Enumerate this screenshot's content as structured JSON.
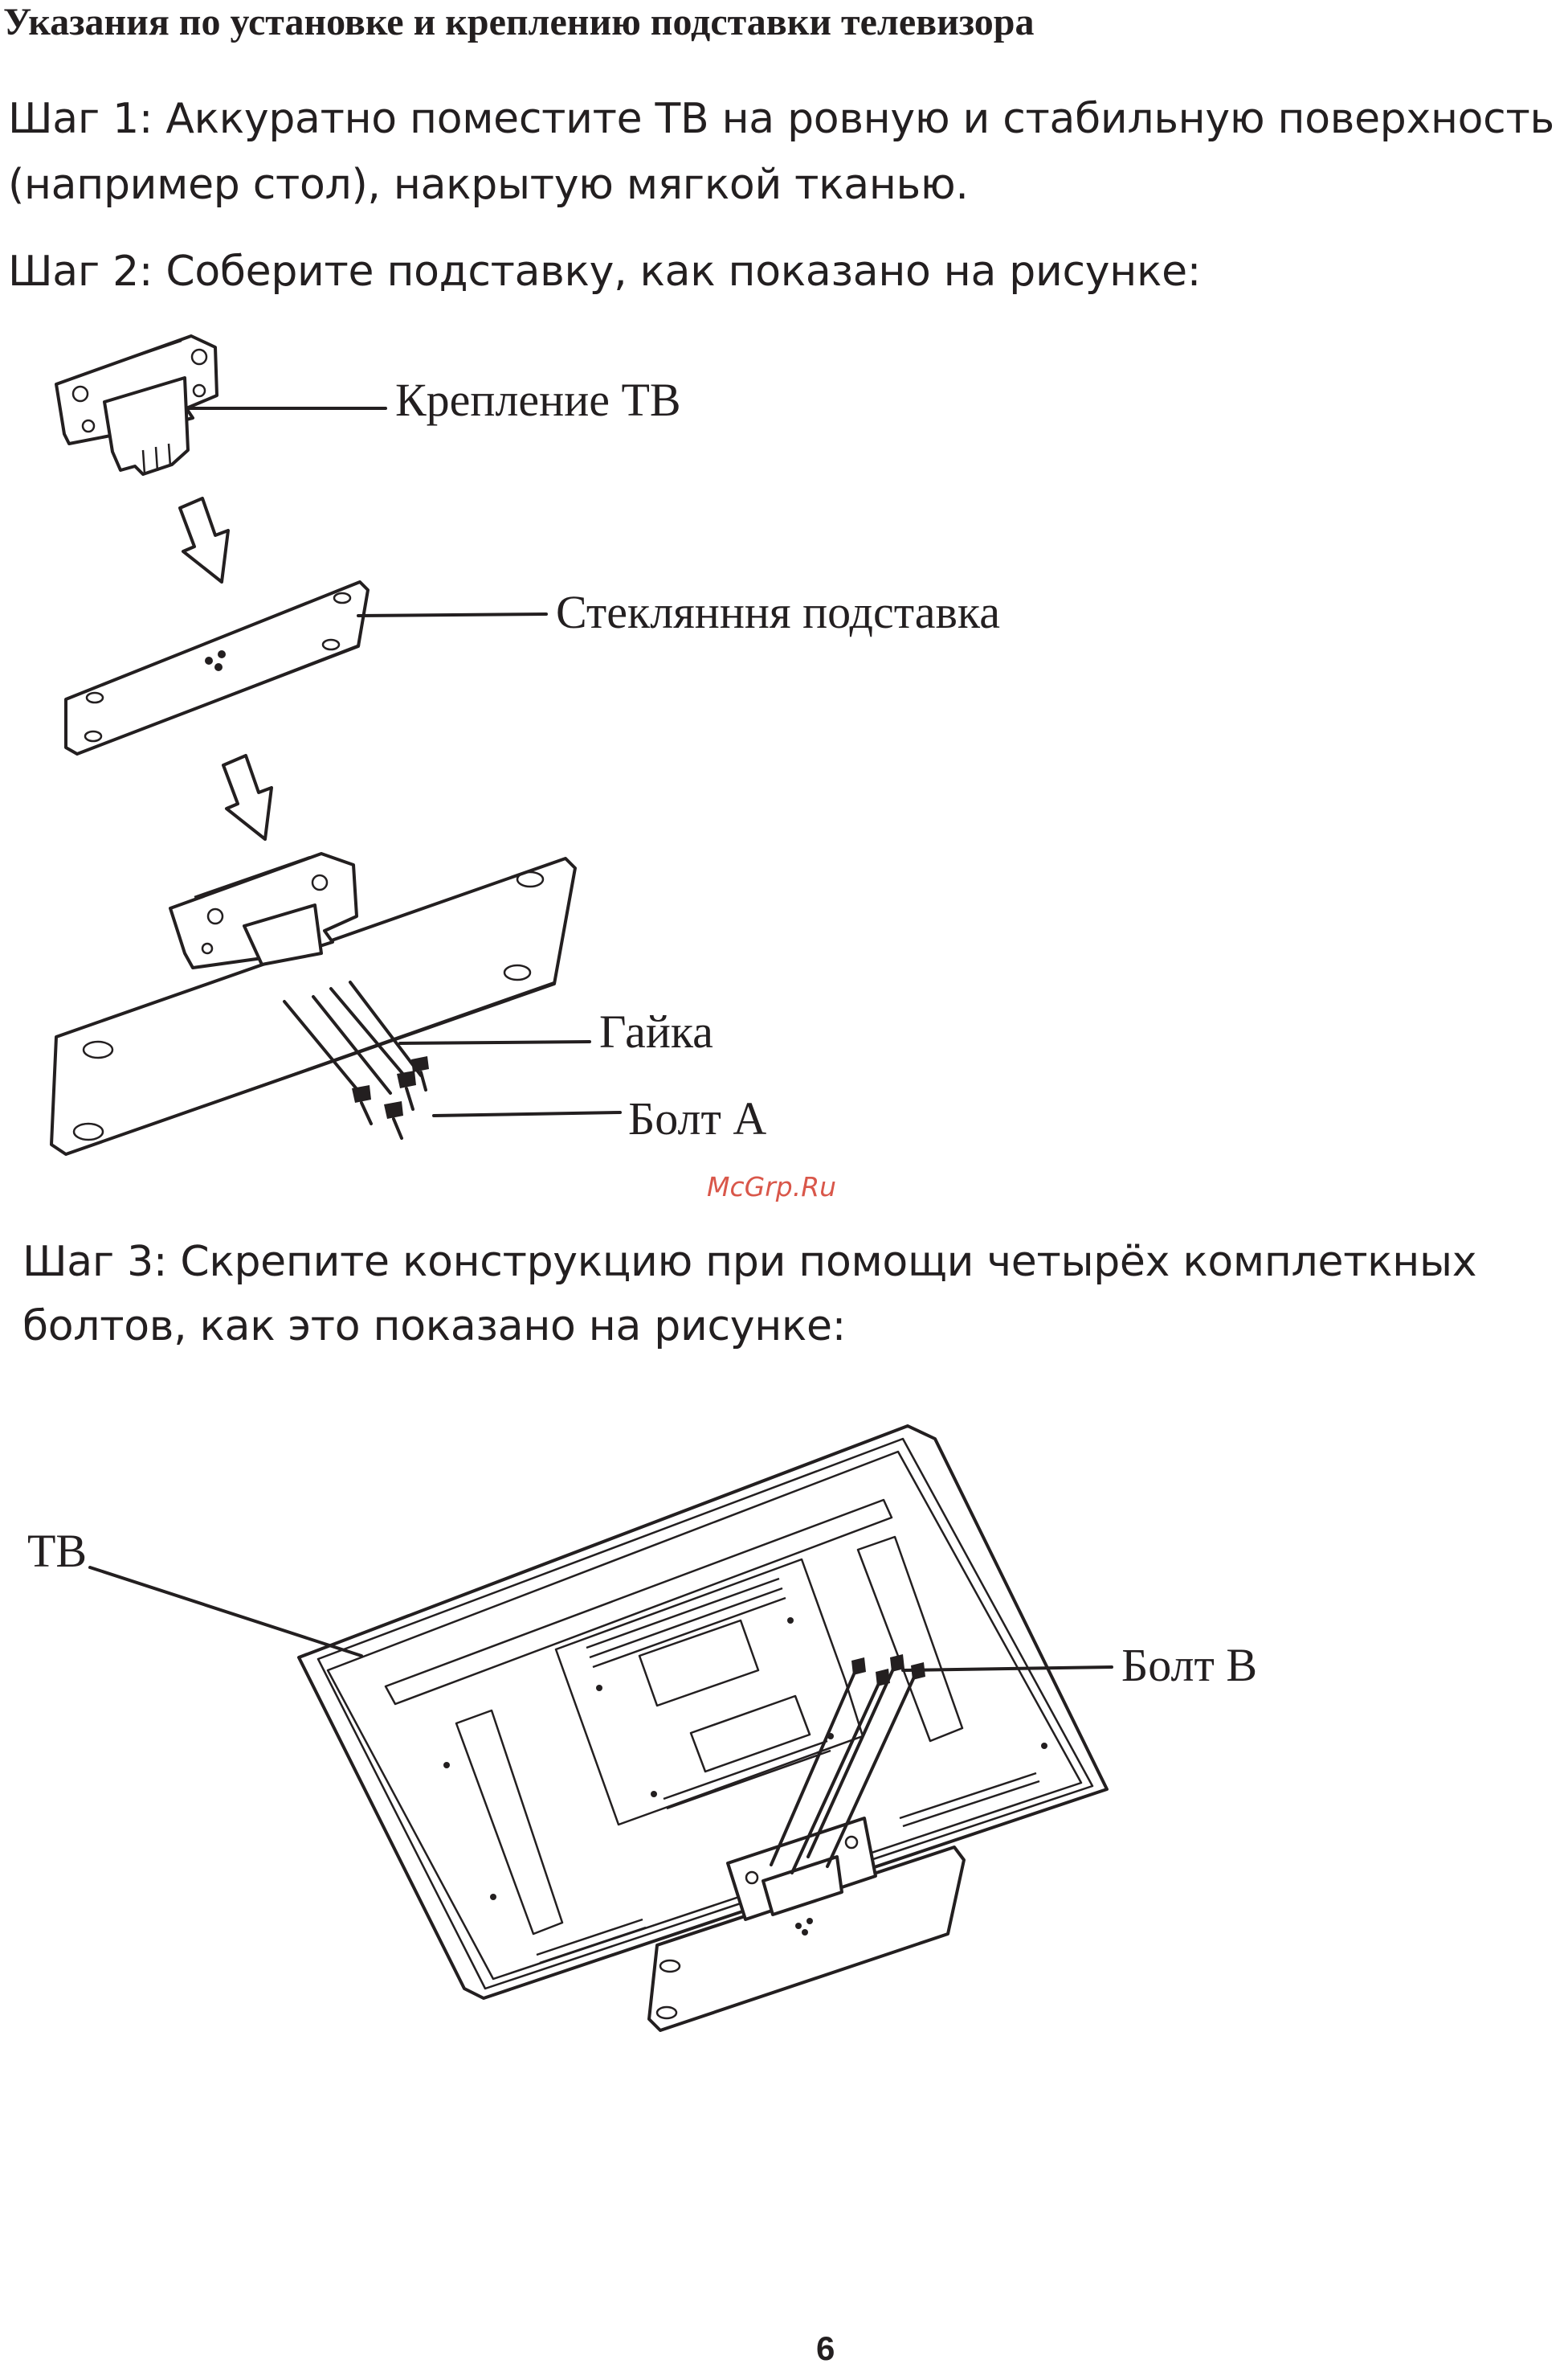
{
  "document": {
    "title": "Указания по установке и креплению подставки телевизора",
    "step1": {
      "line1": "Шаг 1: Аккуратно поместите ТВ на ровную и стабильную поверхность",
      "line2": "(например стол), накрытую мягкой тканью."
    },
    "step2": {
      "line1": "Шаг 2: Соберите подставку, как показано на рисунке:"
    },
    "step3": {
      "line1": "Шаг 3: Скрепите конструкцию при помощи четырёх комплеткных",
      "line2": "болтов, как это показано на рисунке:"
    },
    "watermark": "McGrp.Ru",
    "page_number": "6"
  },
  "diagram_assembly": {
    "label_tv_mount": "Крепление ТВ",
    "label_glass_stand": "Стеклянння подставка",
    "label_nut": "Гайка",
    "label_bolt_a": "Болт А"
  },
  "diagram_tv": {
    "label_tv": "ТВ",
    "label_bolt_b": "Болт В"
  },
  "icons": [
    "arrow-down-icon"
  ],
  "colors": {
    "ink": "#231f20",
    "watermark": "#d9574a"
  }
}
